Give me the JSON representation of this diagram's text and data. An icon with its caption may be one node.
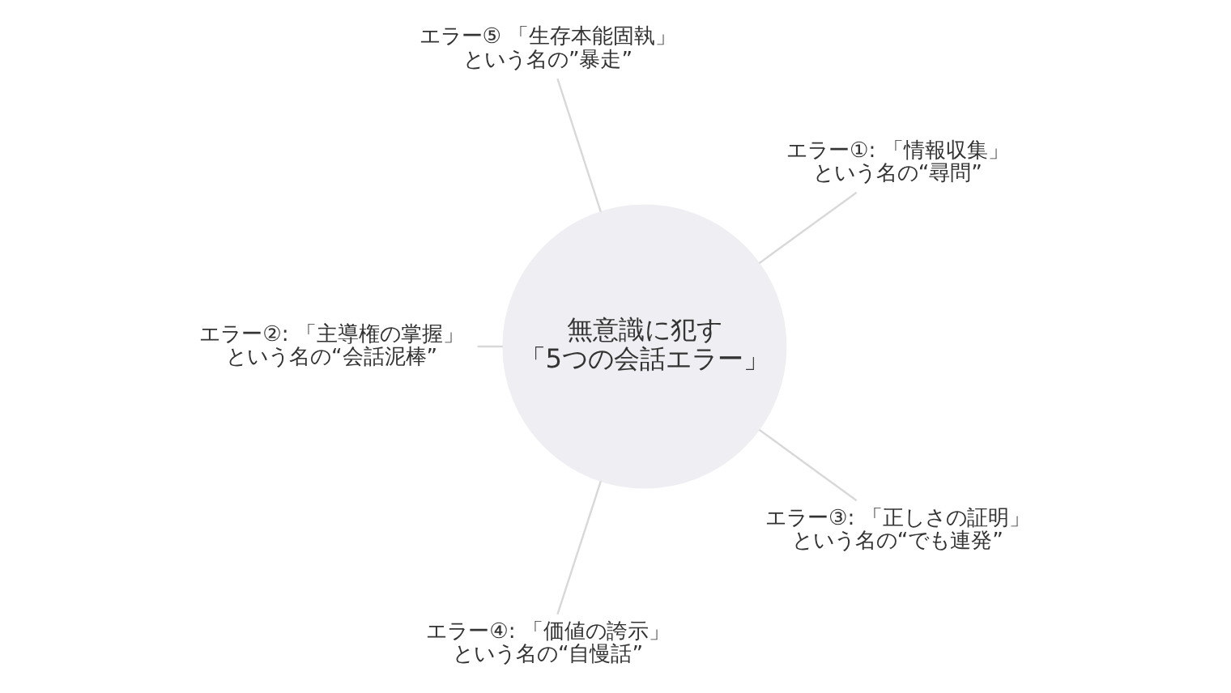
{
  "diagram": {
    "nodes": [
      {
        "text": [
          "エラー①: 「情報収集」",
          "という名の“尋問”"
        ]
      },
      {
        "text": [
          "エラー⑤ 「生存本能固執」",
          "という名の”暴走”"
        ]
      },
      {
        "text": [
          "エラー②: 「主導権の掌握」",
          "という名の“会話泥棒”"
        ]
      },
      {
        "text": [
          "無意識に犯す",
          "「5つの会話エラー」"
        ]
      },
      {
        "text": [
          "エラー④: 「価値の誇示」",
          "という名の“自慢話”"
        ]
      },
      {
        "text": [
          "エラー③: 「正しさの証明」",
          "という名の“でも連発”"
        ]
      }
    ],
    "edges": [
      {
        "from": 3,
        "to": 0,
        "arrow": "none"
      },
      {
        "from": 3,
        "to": 2,
        "arrow": "none"
      },
      {
        "from": 3,
        "to": 5,
        "arrow": "none"
      },
      {
        "from": 3,
        "to": 4,
        "arrow": "none"
      },
      {
        "from": 3,
        "to": 1,
        "arrow": "none"
      }
    ]
  }
}
